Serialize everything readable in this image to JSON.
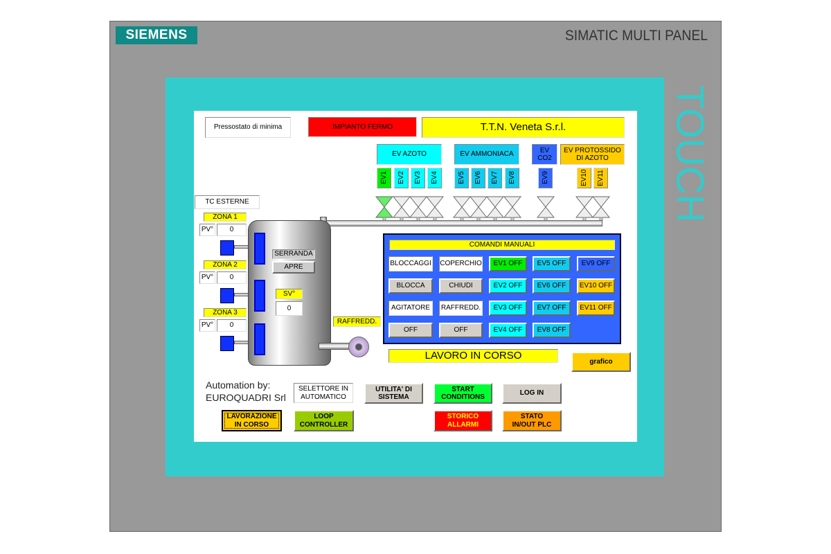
{
  "device": {
    "brand": "SIEMENS",
    "model": "SIMATIC MULTI PANEL",
    "touch_label": "TOUCH"
  },
  "header": {
    "pressostato": "Pressostato di minima",
    "status": "IMPIANTO FERMO",
    "company": "T.T.N. Veneta S.r.l."
  },
  "groups": [
    {
      "label": "EV AZOTO",
      "color": "#00ffff"
    },
    {
      "label": "EV AMMONIACA",
      "color": "#11ccee"
    },
    {
      "label": "EV CO2",
      "color": "#3366ff"
    },
    {
      "label": "EV PROTOSSIDO DI AZOTO",
      "color": "#ffcc00"
    }
  ],
  "valves": [
    {
      "label": "EV1",
      "color": "#00ee00",
      "active": true
    },
    {
      "label": "EV2",
      "color": "#00ffff"
    },
    {
      "label": "EV3",
      "color": "#00ffff"
    },
    {
      "label": "EV4",
      "color": "#00ffff"
    },
    {
      "label": "EV5",
      "color": "#11ccee"
    },
    {
      "label": "EV6",
      "color": "#11ccee"
    },
    {
      "label": "EV7",
      "color": "#11ccee"
    },
    {
      "label": "EV8",
      "color": "#11ccee"
    },
    {
      "label": "EV9",
      "color": "#3366ff"
    },
    {
      "label": "EV10",
      "color": "#ffcc00"
    },
    {
      "label": "EV11",
      "color": "#ffcc00"
    }
  ],
  "tc": {
    "title": "TC ESTERNE",
    "pv_label": "PV°",
    "zones": [
      {
        "label": "ZONA 1",
        "pv": "0"
      },
      {
        "label": "ZONA 2",
        "pv": "0"
      },
      {
        "label": "ZONA 3",
        "pv": "0"
      }
    ]
  },
  "tank": {
    "serranda": "SERRANDA",
    "serranda_btn": "APRE",
    "sv_label": "SV°",
    "sv": "0",
    "raffredd": "RAFFREDD."
  },
  "manual": {
    "title": "COMANDI MANUALI",
    "col1": [
      "BLOCCAGGI",
      "BLOCCA",
      "AGITATORE",
      "OFF"
    ],
    "col2": [
      "COPERCHIO",
      "CHIUDI",
      "RAFFREDD.",
      "OFF"
    ],
    "col3": [
      "EV1 OFF",
      "EV2 OFF",
      "EV3 OFF",
      "EV4 OFF"
    ],
    "col4": [
      "EV5 OFF",
      "EV6 OFF",
      "EV7 OFF",
      "EV8 OFF"
    ],
    "col5": [
      "EV9 OFF",
      "EV10 OFF",
      "EV11 OFF"
    ]
  },
  "status_bar": "LAVORO IN CORSO",
  "grafico": "grafico",
  "credits": {
    "line1": "Automation by:",
    "line2": "EUROQUADRI Srl"
  },
  "nav": {
    "selettore": "SELETTORE IN AUTOMATICO",
    "utilita": "UTILITA' DI SISTEMA",
    "start": "START CONDITIONS",
    "login": "LOG IN",
    "lavorazione": "LAVORAZIONE IN CORSO",
    "loop": "LOOP CONTROLLER",
    "storico": "STORICO ALLARMI",
    "stato": "STATO IN/OUT PLC"
  }
}
